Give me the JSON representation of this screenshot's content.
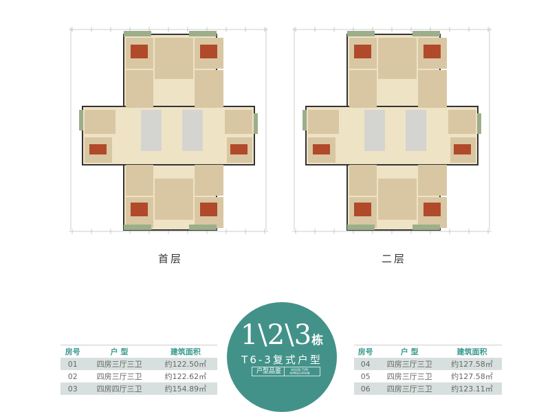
{
  "plans": [
    {
      "label": "首层"
    },
    {
      "label": "二层"
    }
  ],
  "badge": {
    "buildings": "1\\2\\3",
    "building_suffix": "栋",
    "type": "T6-3复式户型",
    "tag_cn": "户型品鉴",
    "tag_en": "HOUSE TYPE APPRECIATION",
    "color": "#43928a"
  },
  "tables": {
    "headers": [
      "房号",
      "户 型",
      "建筑面积"
    ],
    "left": [
      [
        "01",
        "四房三厅三卫",
        "约122.50㎡"
      ],
      [
        "02",
        "四房三厅三卫",
        "约122.62㎡"
      ],
      [
        "03",
        "四房四厅三卫",
        "约154.89㎡"
      ]
    ],
    "right": [
      [
        "04",
        "四房三厅三卫",
        "约127.58㎡"
      ],
      [
        "05",
        "四房三厅三卫",
        "约127.58㎡"
      ],
      [
        "06",
        "四房三厅三卫",
        "约123.11㎡"
      ]
    ]
  }
}
